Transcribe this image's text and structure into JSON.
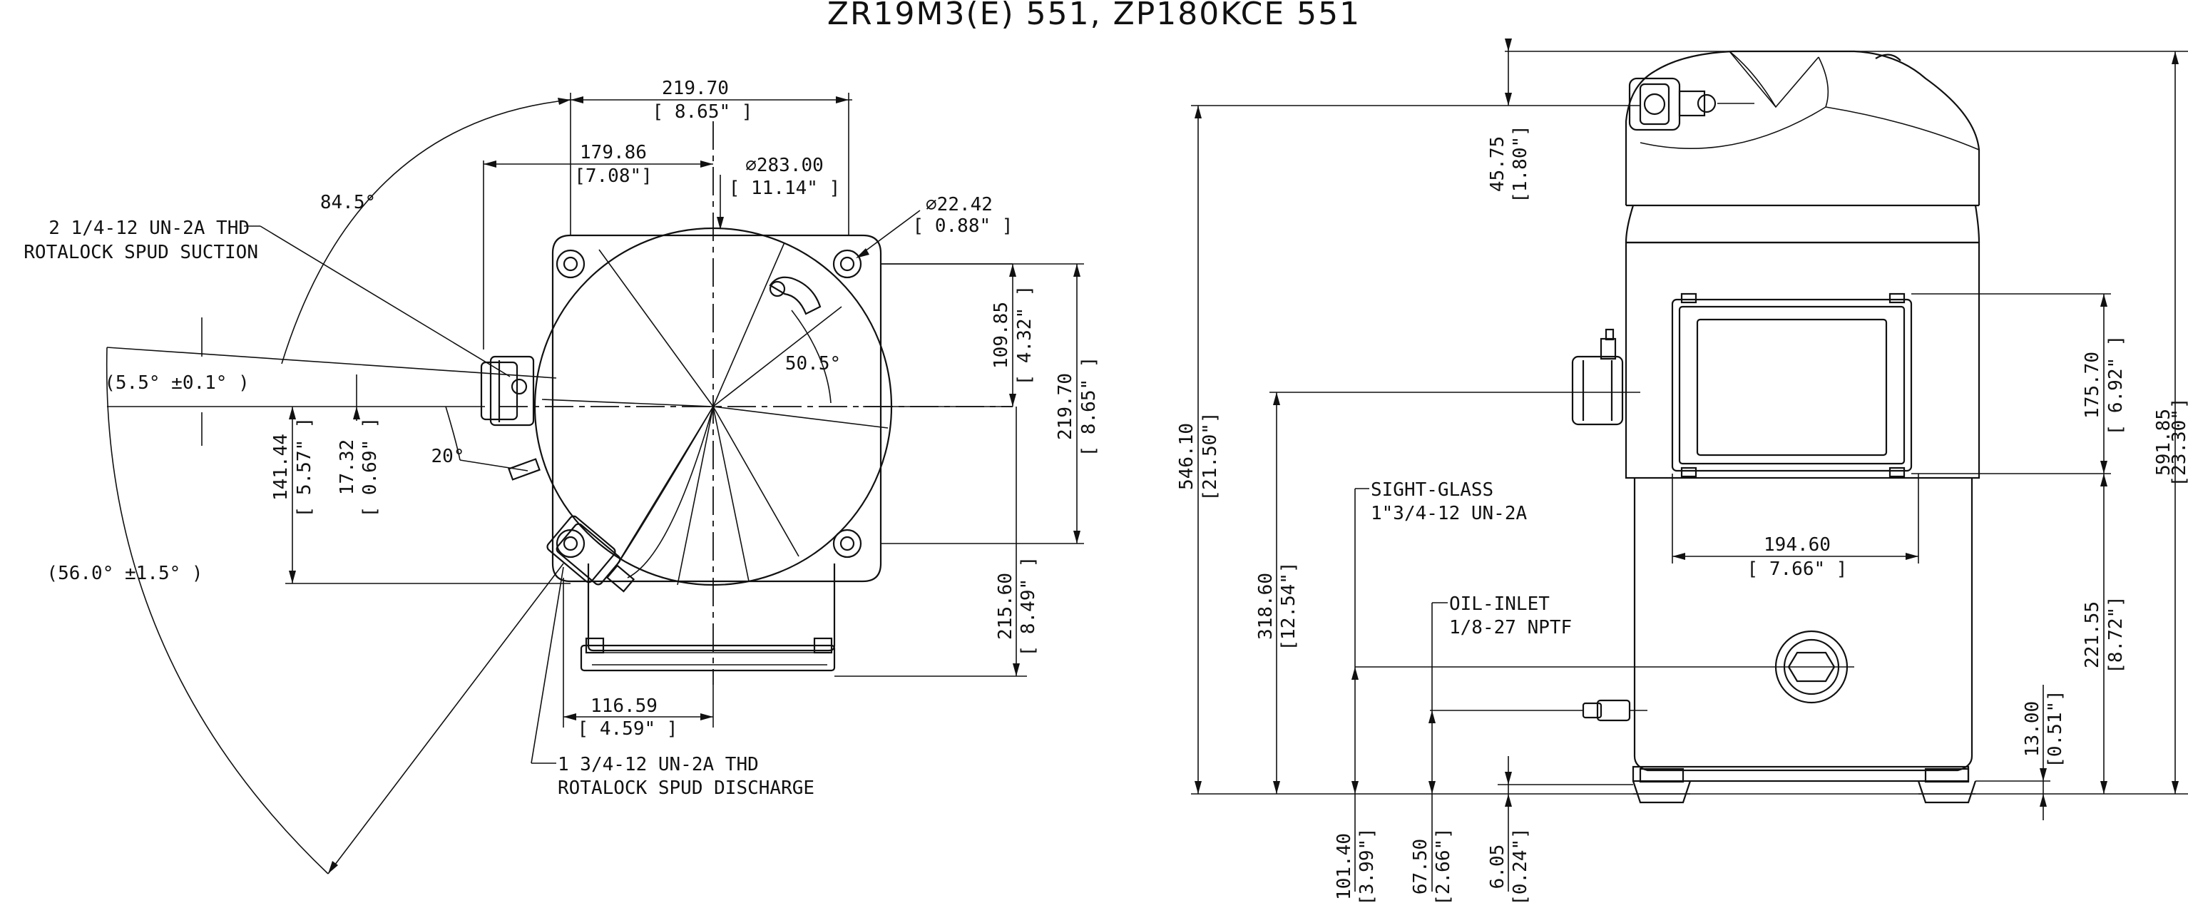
{
  "title": "ZR19M3(E) 551, ZP180KCE 551",
  "top_view": {
    "dim_overall_width_mm": "219.70",
    "dim_overall_width_in": "[ 8.65\" ]",
    "dim_center_offset_mm": "179.86",
    "dim_center_offset_in": "[7.08\"]",
    "dim_diameter_mm": "⌀283.00",
    "dim_diameter_in": "[ 11.14\" ]",
    "dim_hole_mm": "⌀22.42",
    "dim_hole_in": "[ 0.88\" ]",
    "angle_84": "84.5°",
    "angle_5": "(5.5° ±0.1° )",
    "angle_50": "50.5°",
    "angle_20": "20°",
    "angle_56": "(56.0° ±1.5° )",
    "suction_label_1": "2 1/4-12 UN-2A THD",
    "suction_label_2": "ROTALOCK SPUD SUCTION",
    "discharge_label_1": "1 3/4-12 UN-2A THD",
    "discharge_label_2": "ROTALOCK SPUD DISCHARGE",
    "dim_141_mm": "141.44",
    "dim_141_in": "[ 5.57\" ]",
    "dim_17_mm": "17.32",
    "dim_17_in": "[ 0.69\" ]",
    "dim_109_mm": "109.85",
    "dim_109_in": "[ 4.32\" ]",
    "dim_219v_mm": "219.70",
    "dim_219v_in": "[ 8.65\" ]",
    "dim_215_mm": "215.60",
    "dim_215_in": "[ 8.49\" ]",
    "dim_116_mm": "116.59",
    "dim_116_in": "[ 4.59\" ]"
  },
  "side_view": {
    "dim_45_mm": "45.75",
    "dim_45_in": "[1.80\"]",
    "dim_546_mm": "546.10",
    "dim_546_in": "[21.50\"]",
    "dim_591_mm": "591.85",
    "dim_591_in": "[23.30\"]",
    "dim_175_mm": "175.70",
    "dim_175_in": "[ 6.92\" ]",
    "dim_194_mm": "194.60",
    "dim_194_in": "[ 7.66\" ]",
    "dim_318_mm": "318.60",
    "dim_318_in": "[12.54\"]",
    "dim_221_mm": "221.55",
    "dim_221_in": "[8.72\"]",
    "dim_13_mm": "13.00",
    "dim_13_in": "[0.51\"]",
    "dim_101_mm": "101.40",
    "dim_101_in": "[3.99\"]",
    "dim_67_mm": "67.50",
    "dim_67_in": "[2.66\"]",
    "dim_6_mm": "6.05",
    "dim_6_in": "[0.24\"]",
    "sight_glass_1": "SIGHT-GLASS",
    "sight_glass_2": "1\"3/4-12 UN-2A",
    "oil_inlet_1": "OIL-INLET",
    "oil_inlet_2": "1/8-27 NPTF"
  }
}
